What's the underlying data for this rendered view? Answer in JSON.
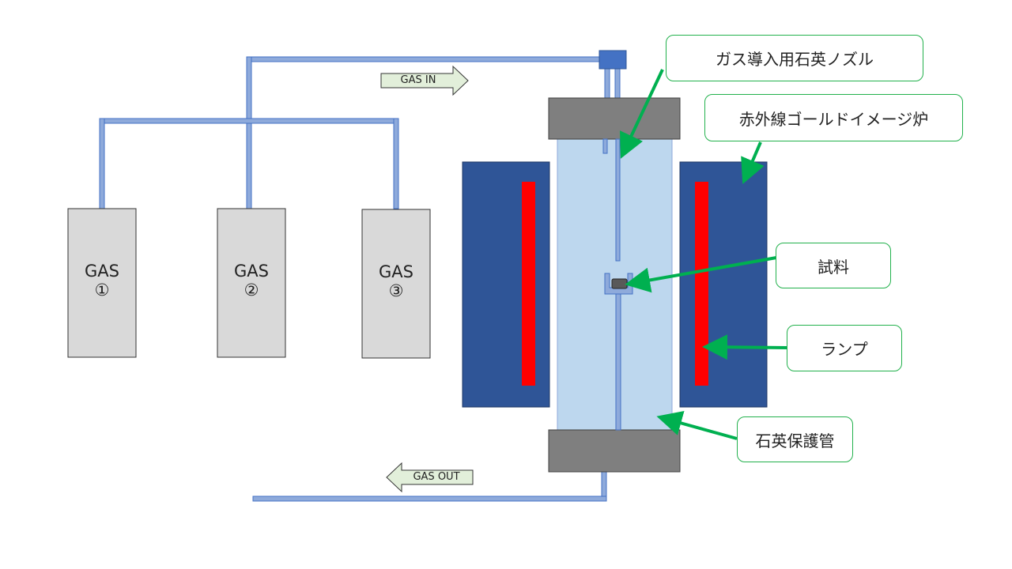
{
  "gas_cylinders": [
    {
      "name": "GAS",
      "number": "①"
    },
    {
      "name": "GAS",
      "number": "②"
    },
    {
      "name": "GAS",
      "number": "③"
    }
  ],
  "flow": {
    "in_label": "GAS IN",
    "out_label": "GAS OUT"
  },
  "callouts": {
    "nozzle": "ガス導入用石英ノズル",
    "furnace": "赤外線ゴールドイメージ炉",
    "sample": "試料",
    "lamp": "ランプ",
    "tube": "石英保護管"
  },
  "colors": {
    "pipe": "#8eaadb",
    "pipe_border": "#4472c4",
    "cylinder": "#d9d9d9",
    "furnace_block": "#2f5597",
    "lamp": "#ff0000",
    "quartz_tube": "#bdd7ee",
    "cap": "#7f7f7f",
    "arrow_green": "#00b050",
    "flow_arrow_fill": "#e2efda"
  }
}
